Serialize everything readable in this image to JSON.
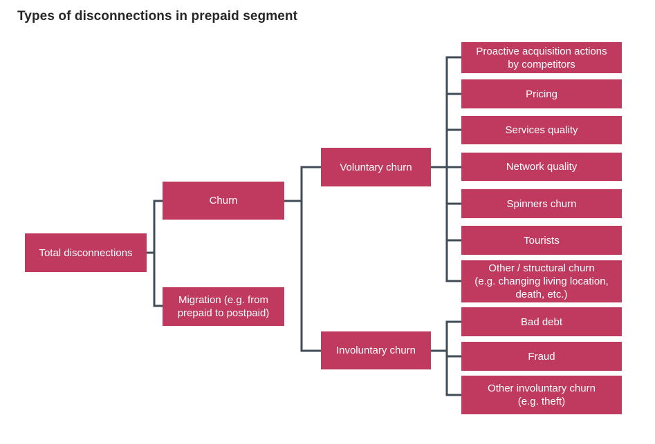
{
  "title": "Types of disconnections in prepaid segment",
  "colors": {
    "node_fill": "#c0395e",
    "node_text": "#ffffff",
    "connector": "#3f4c57",
    "title": "#262626"
  },
  "nodes": {
    "total": "Total disconnections",
    "churn": "Churn",
    "migration": "Migration (e.g. from\nprepaid to postpaid)",
    "voluntary": "Voluntary  churn",
    "involuntary": "Involuntary  churn",
    "proactive": "Proactive acquisition actions\nby competitors",
    "pricing": "Pricing",
    "services": "Services quality",
    "network": "Network quality",
    "spinners": "Spinners churn",
    "tourists": "Tourists",
    "structural": "Other / structural  churn\n(e.g. changing living location,\ndeath, etc.)",
    "bad_debt": "Bad debt",
    "fraud": "Fraud",
    "other_involuntary": "Other involuntary  churn\n(e.g. theft)"
  }
}
